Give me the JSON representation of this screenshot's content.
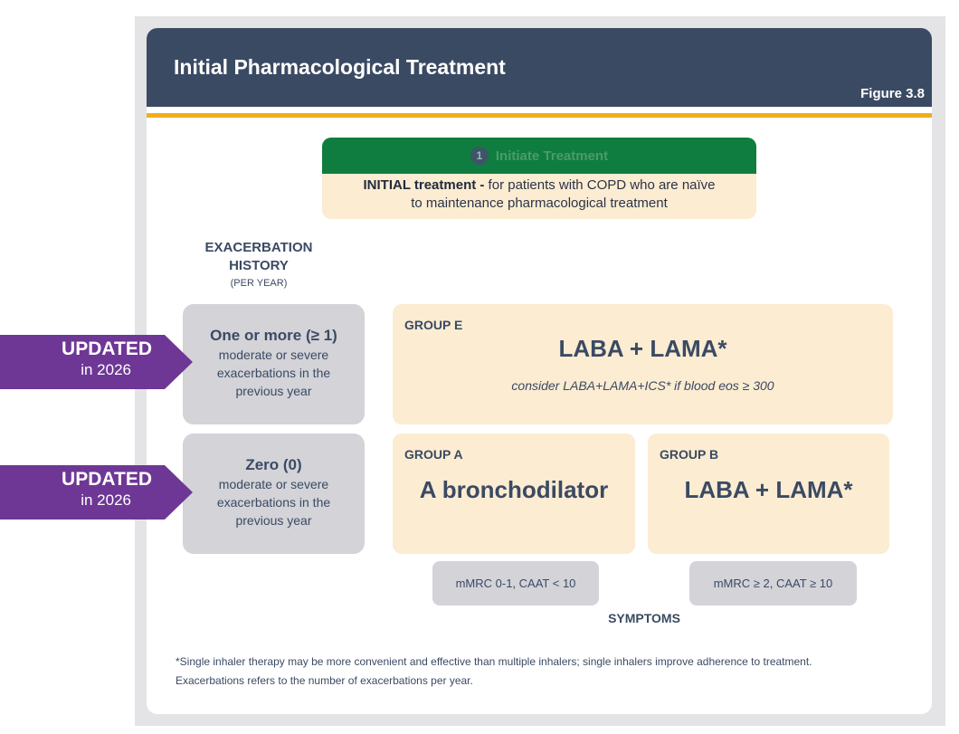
{
  "header": {
    "title": "Initial Pharmacological Treatment",
    "figure": "Figure 3.8"
  },
  "initiate": {
    "step_number": "1",
    "title": "Initiate Treatment",
    "body_bold": "INITIAL treatment -",
    "body_line1": " for patients with COPD who are naïve",
    "body_line2": "to maintenance pharmacological treatment"
  },
  "exacerbation": {
    "heading_line1": "EXACERBATION",
    "heading_line2": "HISTORY",
    "sub": "(PER YEAR)",
    "one_or_more": {
      "title": "One or more (≥ 1)",
      "line1": "moderate or severe",
      "line2": "exacerbations in the",
      "line3": "previous year"
    },
    "zero": {
      "title": "Zero (0)",
      "line1": "moderate or severe",
      "line2": "exacerbations in the",
      "line3": "previous year"
    }
  },
  "groups": {
    "e": {
      "label": "GROUP E",
      "treatment": "LABA + LAMA*",
      "note": "consider LABA+LAMA+ICS* if blood eos ≥ 300"
    },
    "a": {
      "label": "GROUP A",
      "treatment": "A bronchodilator"
    },
    "b": {
      "label": "GROUP B",
      "treatment": "LABA + LAMA*"
    }
  },
  "symptoms": {
    "low": "mMRC 0-1, CAAT < 10",
    "high": "mMRC ≥ 2, CAAT ≥ 10",
    "label": "SYMPTOMS"
  },
  "badges": [
    {
      "main": "UPDATED",
      "sub": "in 2026"
    },
    {
      "main": "UPDATED",
      "sub": "in 2026"
    }
  ],
  "footnote": {
    "line1": "*Single inhaler therapy may be more convenient and effective than multiple inhalers; single inhalers improve adherence to treatment.",
    "line2": "Exacerbations refers to the number of exacerbations per year."
  },
  "colors": {
    "header": "#3b4a63",
    "accent_gold": "#f0ae1a",
    "green": "#0f7d3f",
    "cream": "#fbecd2",
    "grey_box": "#d3d3d8",
    "badge_purple": "#6e3795"
  }
}
